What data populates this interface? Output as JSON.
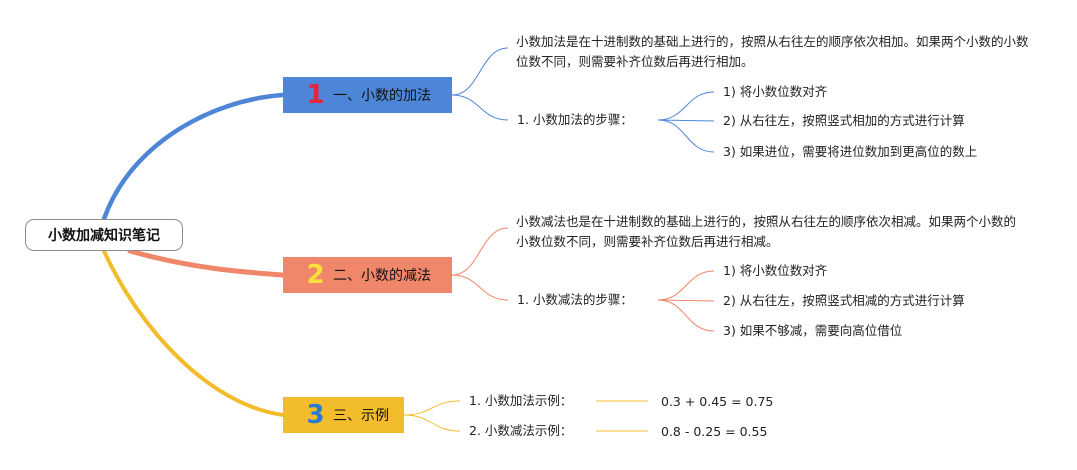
{
  "root": {
    "title": "小数加减知识笔记"
  },
  "branches": [
    {
      "number": "1",
      "title": "一、小数的加法",
      "description": "小数加法是在十进制数的基础上进行的，按照从右往左的顺序依次相加。如果两个小数的小数位数不同，则需要补齐位数后再进行相加。",
      "steps_title": "1. 小数加法的步骤：",
      "steps": [
        "1) 将小数位数对齐",
        "2) 从右往左，按照竖式相加的方式进行计算",
        "3) 如果进位，需要将进位数加到更高位的数上"
      ]
    },
    {
      "number": "2",
      "title": "二、小数的减法",
      "description": "小数减法也是在十进制数的基础上进行的，按照从右往左的顺序依次相减。如果两个小数的小数位数不同，则需要补齐位数后再进行相减。",
      "steps_title": "1. 小数减法的步骤：",
      "steps": [
        "1) 将小数位数对齐",
        "2) 从右往左，按照竖式相减的方式进行计算",
        "3) 如果不够减，需要向高位借位"
      ]
    },
    {
      "number": "3",
      "title": "三、示例",
      "examples": [
        {
          "label": "1. 小数加法示例：",
          "value": "0.3 + 0.45 = 0.75"
        },
        {
          "label": "2. 小数减法示例：",
          "value": "0.8 - 0.25 = 0.55"
        }
      ]
    }
  ],
  "colors": {
    "branch1": "#4d86d6",
    "branch2": "#f0866a",
    "branch3": "#f2bc2c",
    "number1": "#e4253a",
    "number2": "#fde03a",
    "number3": "#2a7ad2",
    "root_border": "#8c8c8c"
  }
}
